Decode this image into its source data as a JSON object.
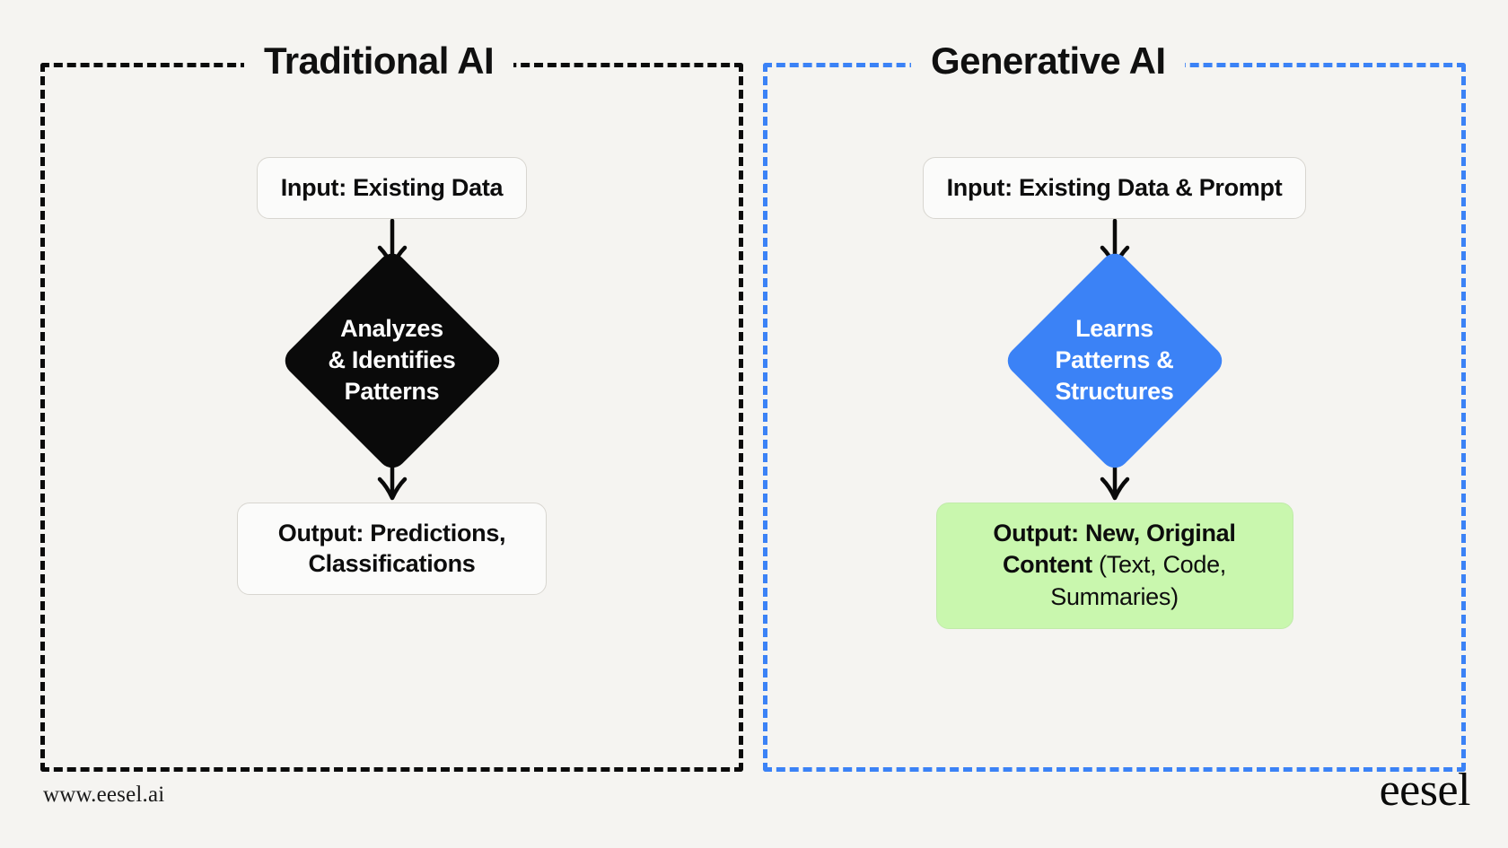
{
  "background_color": "#f5f4f1",
  "panels": [
    {
      "id": "traditional-ai",
      "title": "Traditional AI",
      "border_color": "#0b0b0b",
      "input": {
        "label": "Input: Existing Data"
      },
      "process": {
        "label": "Analyzes\n& Identifies\nPatterns",
        "fill_color": "#0a0a0a",
        "text_color": "#ffffff"
      },
      "output": {
        "bold_text": "Output: Predictions, Classifications",
        "regular_text": "",
        "fill_color": "#fbfbfa"
      }
    },
    {
      "id": "generative-ai",
      "title": "Generative AI",
      "border_color": "#3b82f6",
      "input": {
        "label": "Input: Existing Data & Prompt"
      },
      "process": {
        "label": "Learns\nPatterns &\nStructures",
        "fill_color": "#3b82f6",
        "text_color": "#ffffff"
      },
      "output": {
        "bold_text": "Output: New, Original Content ",
        "regular_text": "(Text, Code, Summaries)",
        "fill_color": "#c9f7ae"
      }
    }
  ],
  "footer": {
    "site_url": "www.eesel.ai",
    "brand": "eesel"
  },
  "icons": {
    "arrow_down": "arrow-down-icon"
  }
}
